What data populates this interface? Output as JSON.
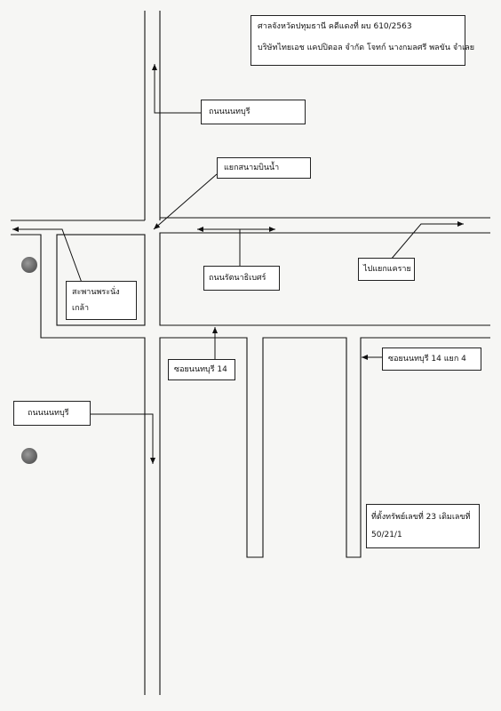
{
  "header": {
    "court_case": "ศาลจังหวัดปทุมธานี คดีแดงที่ ผบ 610/2563",
    "parties": "บริษัทไทยเอช แคปปิตอล จำกัด โจทก์ นางกมลศรี พลขัน จำเลย"
  },
  "labels": {
    "road_nonthaburi_top": "ถนนนนทบุรี",
    "junction": "แยกสนามบินน้ำ",
    "road_rattanathibet": "ถนนรัตนาธิเบศร์",
    "to_khae_rai": "ไปแยกแคราย",
    "bridge_line1": "สะพานพระนั่ง",
    "bridge_line2": "เกล้า",
    "soi_14": "ซอยนนทบุรี 14",
    "soi_14_4": "ซอยนนทบุรี 14 แยก 4",
    "road_nonthaburi_left": "ถนนนนทบุรี",
    "property_line1": "ที่ตั้งทรัพย์เลขที่ 23 เดิมเลขที่",
    "property_line2": "50/21/1"
  }
}
